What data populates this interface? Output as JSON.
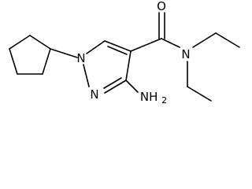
{
  "molecule": {
    "atom_labels": {
      "oxygen": "O",
      "amide_nitrogen": "N",
      "ring_nitrogen_1": "N",
      "ring_nitrogen_2": "N",
      "amine": "NH2"
    }
  }
}
